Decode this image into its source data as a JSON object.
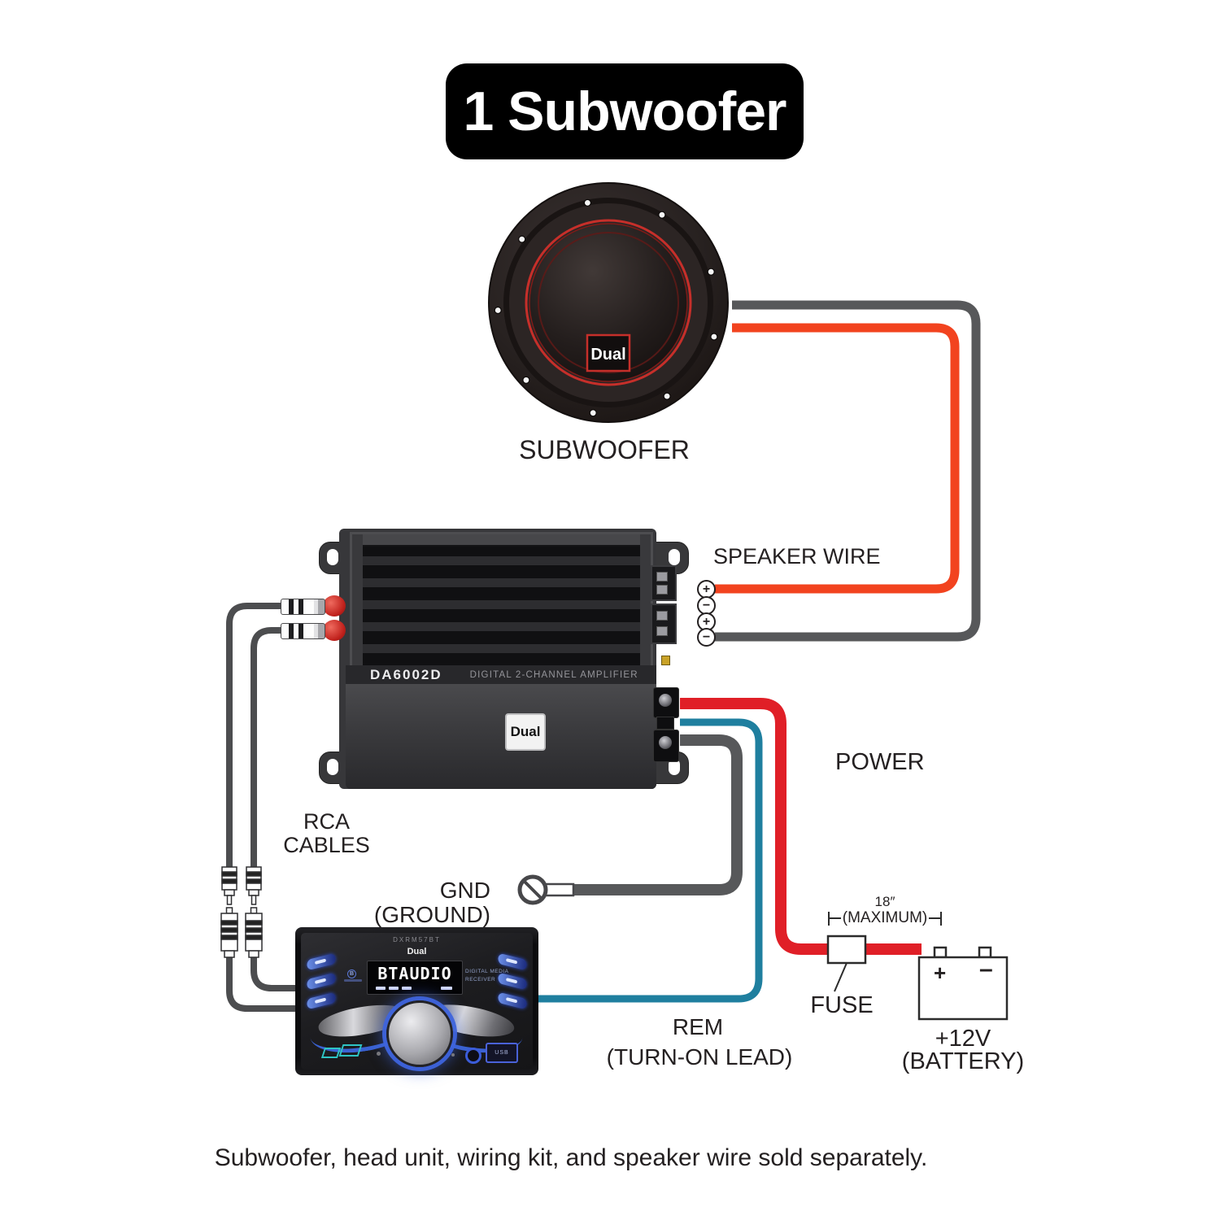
{
  "title": "1 Subwoofer",
  "subwoofer": {
    "label": "SUBWOOFER",
    "brand": "Dual"
  },
  "speaker_wire": {
    "label": "SPEAKER WIRE"
  },
  "speaker_terminals": [
    "+",
    "−",
    "+",
    "−"
  ],
  "amplifier": {
    "model": "DA6002D",
    "tagline": "DIGITAL 2-CHANNEL AMPLIFIER",
    "brand": "Dual"
  },
  "rca": {
    "label": "RCA CABLES"
  },
  "ground": {
    "label": "GND (GROUND)"
  },
  "power": {
    "label": "POWER"
  },
  "rem": {
    "line1": "REM",
    "line2": "(TURN-ON LEAD)"
  },
  "fuse": {
    "label": "FUSE",
    "max_length": "18″",
    "max_note": "(MAXIMUM)"
  },
  "battery": {
    "positive": "+",
    "negative": "–",
    "voltage": "+12V",
    "name": "(BATTERY)"
  },
  "head_unit": {
    "model": "DXRM57BT",
    "brand": "Dual",
    "display_text": "BTAUDIO",
    "type_line1": "DIGITAL MEDIA",
    "type_line2": "RECEIVER",
    "usb_label": "USB",
    "bt_label": "B"
  },
  "footer": "Subwoofer, head unit, wiring kit, and speaker wire sold separately.",
  "colors": {
    "speaker_positive_wire": "#f2431f",
    "speaker_negative_wire": "#57585a",
    "power_wire": "#e01f27",
    "ground_wire": "#57585a",
    "remote_wire": "#1f7f9f",
    "rca_cable": "#4c4d4f",
    "subwoofer_accent": "#c62f2a",
    "banner_background": "#000000"
  }
}
